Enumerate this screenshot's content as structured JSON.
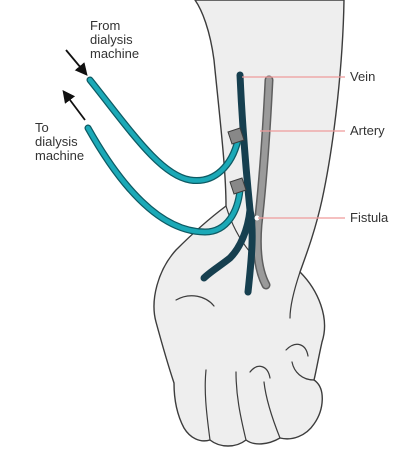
{
  "labels": {
    "from_line1": "From",
    "from_line2": "dialysis",
    "from_line3": "machine",
    "to_line1": "To",
    "to_line2": "dialysis",
    "to_line3": "machine",
    "vein": "Vein",
    "artery": "Artery",
    "fistula": "Fistula"
  },
  "colors": {
    "arm_fill": "#eeeeee",
    "outline": "#3c3c3c",
    "tube": "#1ba9b7",
    "tube_edge": "#0e5a63",
    "vein": "#163f4f",
    "artery": "#9a9a9a",
    "artery_edge": "#5e5e5e",
    "needle": "#888888",
    "leader": "#ef9b9b",
    "arrow": "#111111"
  }
}
